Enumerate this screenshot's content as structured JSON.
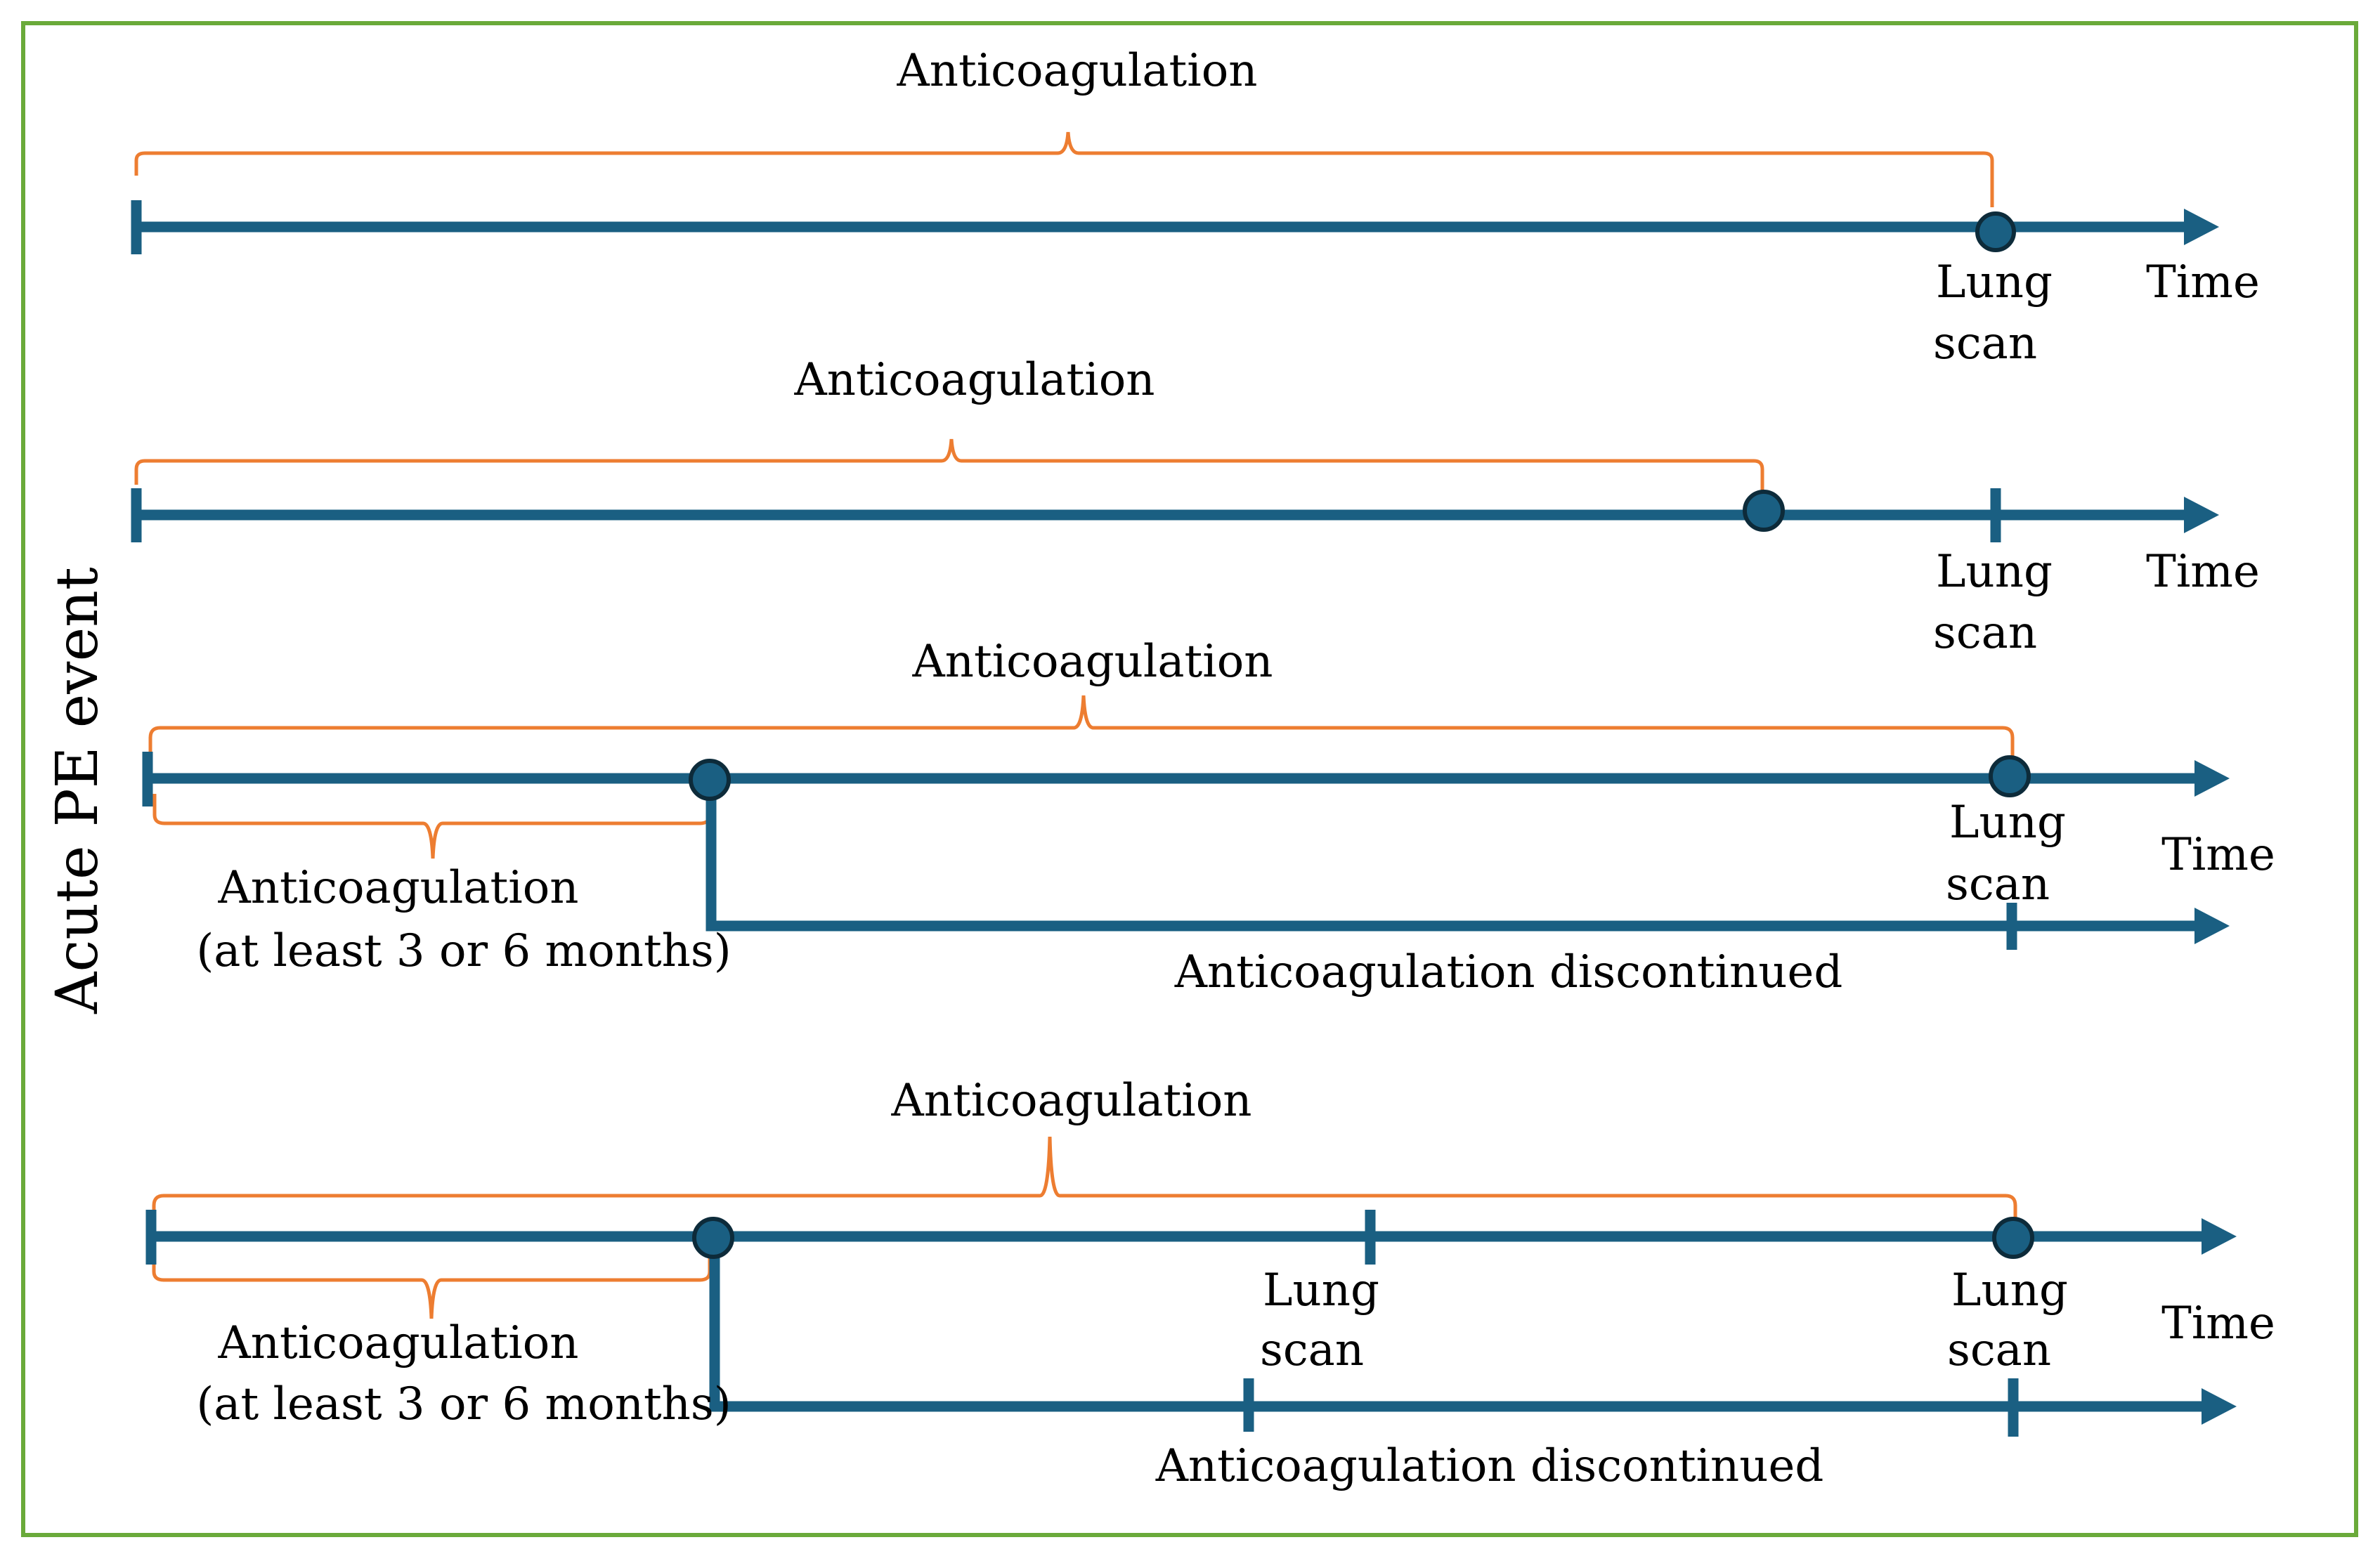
{
  "colors": {
    "timeline": "#1a5f82",
    "brace": "#ed7d31",
    "frame": "#6aaa3a"
  },
  "y_axis_label": "Acute PE event",
  "rows": [
    {
      "upper_label": "Anticoagulation",
      "scan_label_line1": "Lung",
      "scan_label_line2": "scan",
      "time_label": "Time"
    },
    {
      "upper_label": "Anticoagulation",
      "scan_label_line1": "Lung",
      "scan_label_line2": "scan",
      "time_label": "Time"
    },
    {
      "upper_label": "Anticoagulation",
      "lower_label_line1": "Anticoagulation",
      "lower_label_line2": "(at least 3 or 6 months)",
      "scan_label_line1": "Lung",
      "scan_label_line2": "scan",
      "time_label": "Time",
      "branch_label": "Anticoagulation discontinued"
    },
    {
      "upper_label": "Anticoagulation",
      "lower_label_line1": "Anticoagulation",
      "lower_label_line2": "(at least 3 or 6 months)",
      "mid_scan_label_line1": "Lung",
      "mid_scan_label_line2": "scan",
      "scan_label_line1": "Lung",
      "scan_label_line2": "scan",
      "time_label": "Time",
      "branch_label": "Anticoagulation discontinued"
    }
  ]
}
